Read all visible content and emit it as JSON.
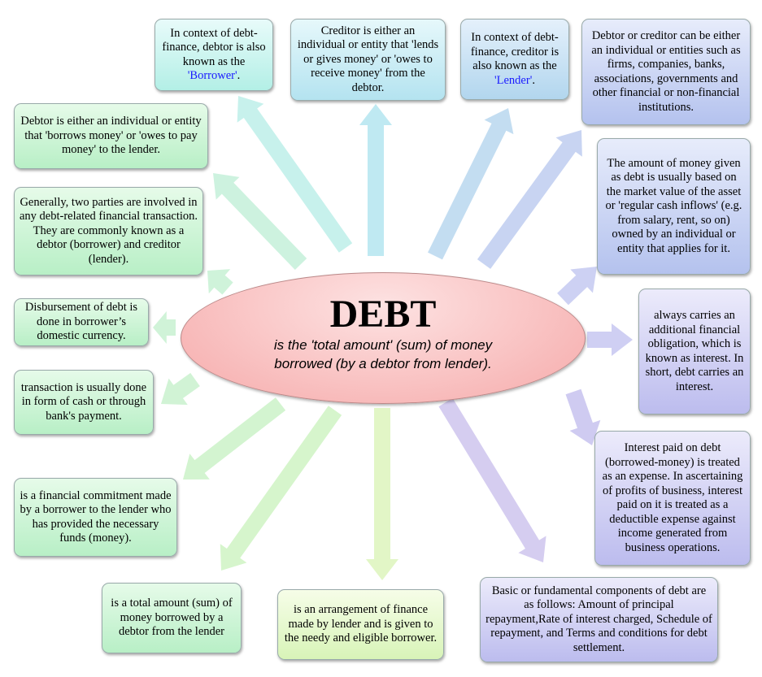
{
  "center": {
    "title": "DEBT",
    "subtitle_line1": "is the 'total amount' (sum) of money",
    "subtitle_line2": "borrowed (by a debtor from lender)."
  },
  "boxes": {
    "borrower": {
      "text": "In context of debt-finance, debtor is also known as the",
      "highlight": "'Borrower'",
      "end": "."
    },
    "creditor_def": {
      "text": "Creditor is either an individual or entity that 'lends or gives money' or 'owes to receive money' from the debtor."
    },
    "lender": {
      "text": "In context of debt-finance, creditor is also known as the",
      "highlight": "'Lender'",
      "end": "."
    },
    "parties_types": {
      "text": "Debtor or creditor can be either an individual or entities such as firms, companies, banks, associations, governments and other financial or non-financial institutions."
    },
    "amount_basis": {
      "text": "The amount of money given as debt is usually based on the market value of the asset or 'regular cash inflows' (e.g. from salary, rent, so on) owned by an individual or entity that applies for it."
    },
    "interest_obligation": {
      "text": "always carries an additional financial obligation, which is known as interest. In short, debt carries an interest."
    },
    "interest_expense": {
      "text": "Interest paid on debt (borrowed-money) is treated as an expense. In ascertaining of profits of business, interest paid on it is treated as a deductible expense against income generated from business operations."
    },
    "components": {
      "text": "Basic or fundamental components of debt are as follows: Amount of principal repayment,Rate of interest charged, Schedule of repayment, and Terms and conditions for debt settlement."
    },
    "arrangement": {
      "text": "is an arrangement of finance made by lender and is given to the needy and eligible borrower."
    },
    "total_amount": {
      "text": "is a total amount (sum) of money borrowed by a debtor from the lender"
    },
    "commitment": {
      "text": "is a financial commitment made by a borrower to the lender who has provided the necessary funds (money)."
    },
    "transaction": {
      "text": "transaction is usually done in form of cash or through bank's payment."
    },
    "disbursement": {
      "text": "Disbursement of debt is done in borrower’s domestic currency."
    },
    "two_parties": {
      "text": "Generally, two parties are involved in any debt-related financial transaction. They are commonly known as a debtor (borrower) and creditor (lender)."
    },
    "debtor_def": {
      "text": "Debtor is either an individual or entity that 'borrows money' or 'owes to pay money' to the lender."
    }
  }
}
